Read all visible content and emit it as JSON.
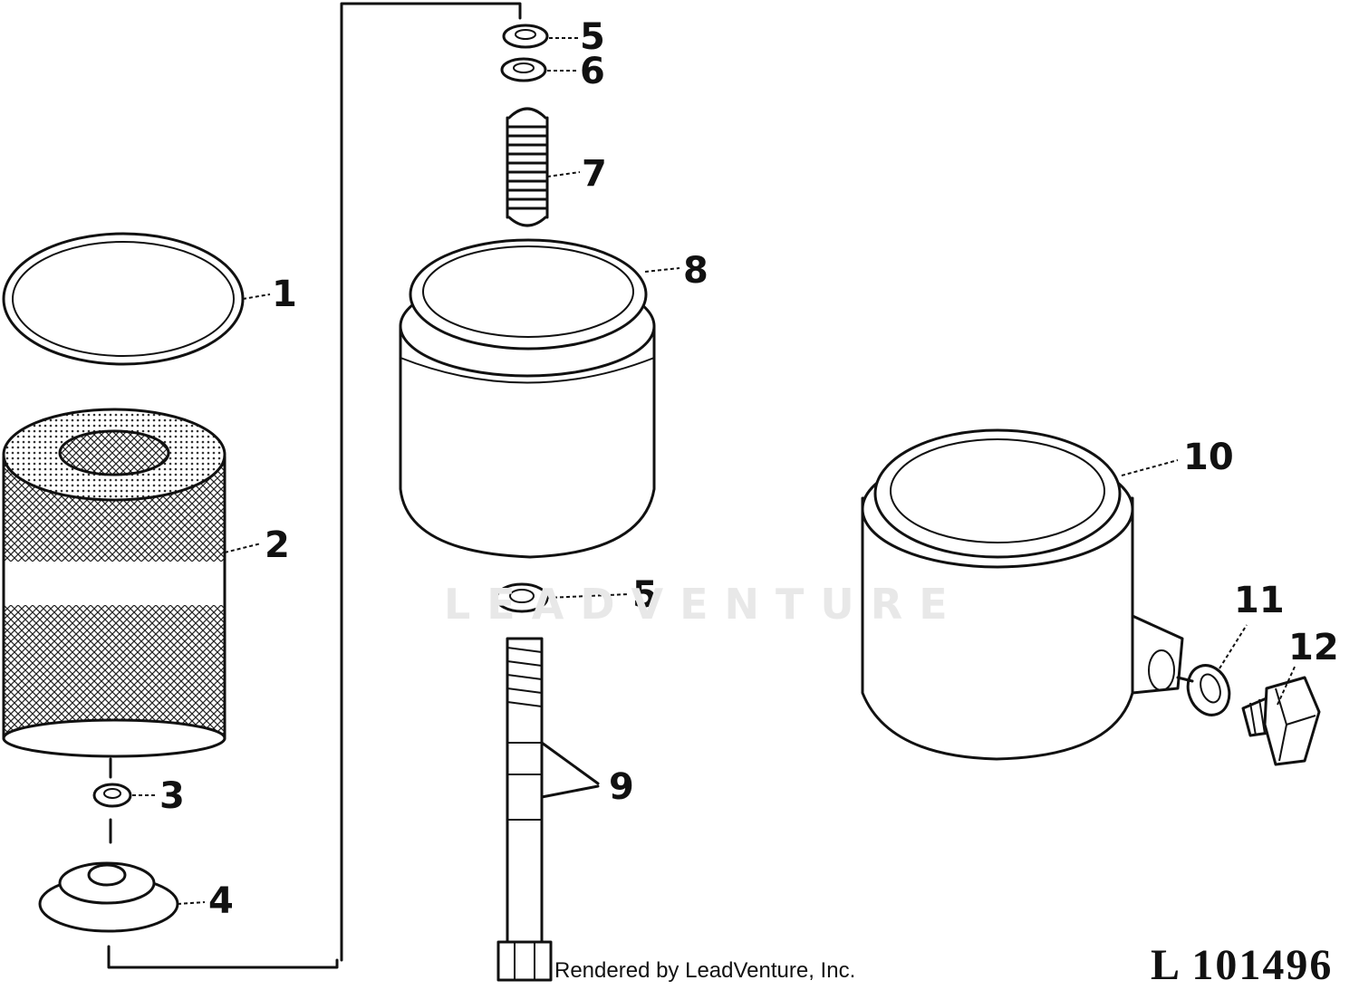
{
  "callouts": {
    "c1": "1",
    "c2": "2",
    "c3": "3",
    "c4": "4",
    "c5a": "5",
    "c6": "6",
    "c7": "7",
    "c8": "8",
    "c5b": "5",
    "c9": "9",
    "c10": "10",
    "c11": "11",
    "c12": "12"
  },
  "watermark": "LEADVENTURE",
  "footer": "Rendered by LeadVenture, Inc.",
  "figure_code": "L 101496"
}
